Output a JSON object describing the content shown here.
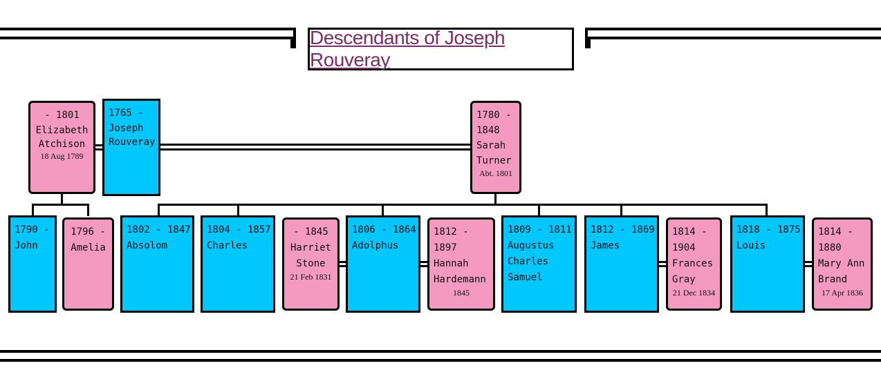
{
  "title": "Descendants of Joseph Rouveray",
  "colors": {
    "male": "#00c8ff",
    "female": "#f49ac0",
    "title": "#7b2d68"
  },
  "parents": [
    {
      "id": "p1",
      "sex": "f",
      "lines": [
        "- 1801",
        "Elizabeth",
        "Atchison"
      ],
      "date": "18 Aug 1789"
    },
    {
      "id": "p2",
      "sex": "m",
      "lines": [
        "1765 -",
        "Joseph",
        "Rouveray"
      ],
      "date": ""
    },
    {
      "id": "p3",
      "sex": "f",
      "lines": [
        "1780 -",
        "1848",
        "Sarah",
        "Turner"
      ],
      "date": "Abt. 1801"
    }
  ],
  "children": [
    {
      "id": "c1",
      "sex": "m",
      "lines": [
        "1790 -",
        "John"
      ],
      "date": ""
    },
    {
      "id": "c2",
      "sex": "f",
      "lines": [
        "1796 -",
        "Amelia"
      ],
      "date": ""
    },
    {
      "id": "c3",
      "sex": "m",
      "lines": [
        "1802 - 1847",
        "Absolom"
      ],
      "date": ""
    },
    {
      "id": "c4",
      "sex": "m",
      "lines": [
        "1804 - 1857",
        "Charles"
      ],
      "date": ""
    },
    {
      "id": "c5",
      "sex": "f",
      "lines": [
        "- 1845",
        "Harriet",
        "Stone"
      ],
      "date": "21 Feb 1831"
    },
    {
      "id": "c6",
      "sex": "m",
      "lines": [
        "1806 - 1864",
        "Adolphus"
      ],
      "date": ""
    },
    {
      "id": "c7",
      "sex": "f",
      "lines": [
        "1812 -",
        "1897",
        "Hannah",
        "Hardemann"
      ],
      "date": "1845"
    },
    {
      "id": "c8",
      "sex": "m",
      "lines": [
        "1809 - 1811",
        "Augustus",
        "Charles",
        "Samuel"
      ],
      "date": ""
    },
    {
      "id": "c9",
      "sex": "m",
      "lines": [
        "1812 - 1869",
        "James"
      ],
      "date": ""
    },
    {
      "id": "c10",
      "sex": "f",
      "lines": [
        "1814 -",
        "1904",
        "Frances",
        "Gray"
      ],
      "date": "21 Dec 1834"
    },
    {
      "id": "c11",
      "sex": "m",
      "lines": [
        "1818 - 1875",
        "Louis"
      ],
      "date": ""
    },
    {
      "id": "c12",
      "sex": "f",
      "lines": [
        "1814 -",
        "1880",
        "Mary Ann",
        "Brand"
      ],
      "date": "17 Apr 1836"
    }
  ]
}
